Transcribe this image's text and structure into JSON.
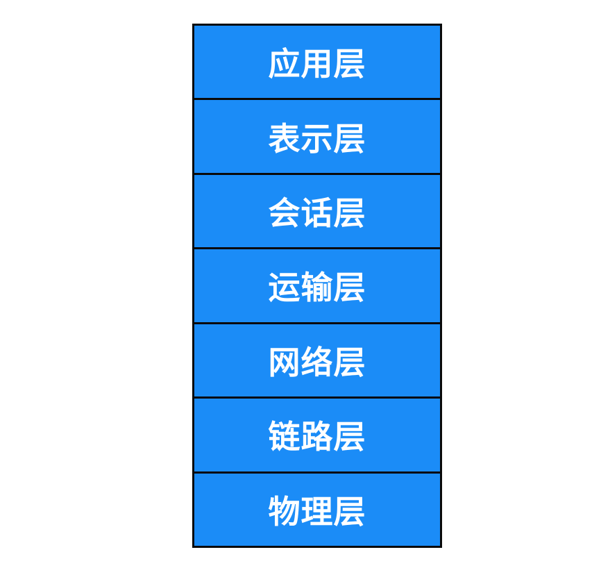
{
  "diagram": {
    "layers": [
      {
        "label": "应用层"
      },
      {
        "label": "表示层"
      },
      {
        "label": "会话层"
      },
      {
        "label": "运输层"
      },
      {
        "label": "网络层"
      },
      {
        "label": "链路层"
      },
      {
        "label": "物理层"
      }
    ],
    "colors": {
      "fill": "#1b8cf7",
      "border": "#0a0a0a",
      "text": "#ffffff",
      "background": "#ffffff"
    }
  }
}
